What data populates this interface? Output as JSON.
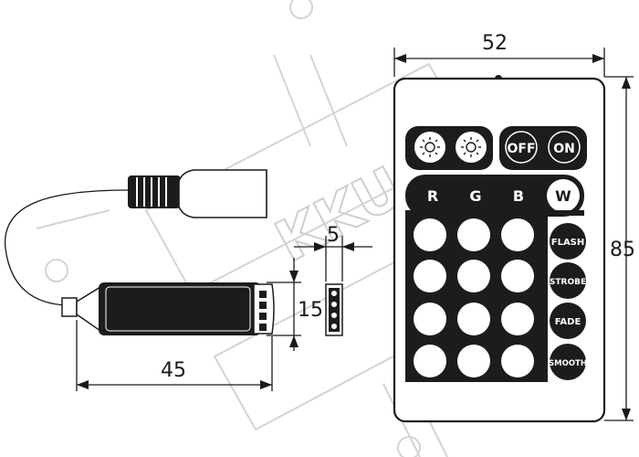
{
  "dimensions": {
    "remote_width": "52",
    "remote_height": "85",
    "controller_length": "45",
    "controller_height": "15",
    "connector_width": "5"
  },
  "watermark": "KKU",
  "remote": {
    "top_left_group": [
      "brightness-up-icon",
      "brightness-down-icon"
    ],
    "top_right_group": [
      "OFF",
      "ON"
    ],
    "color_row": [
      "R",
      "G",
      "B",
      "W"
    ],
    "mode_buttons": [
      "FLASH",
      "STROBE",
      "FADE",
      "SMOOTH"
    ]
  },
  "colors": {
    "ink": "#1a1a1a",
    "button_fill": "#1c1c1c",
    "watermark": "#d0d0d0"
  }
}
